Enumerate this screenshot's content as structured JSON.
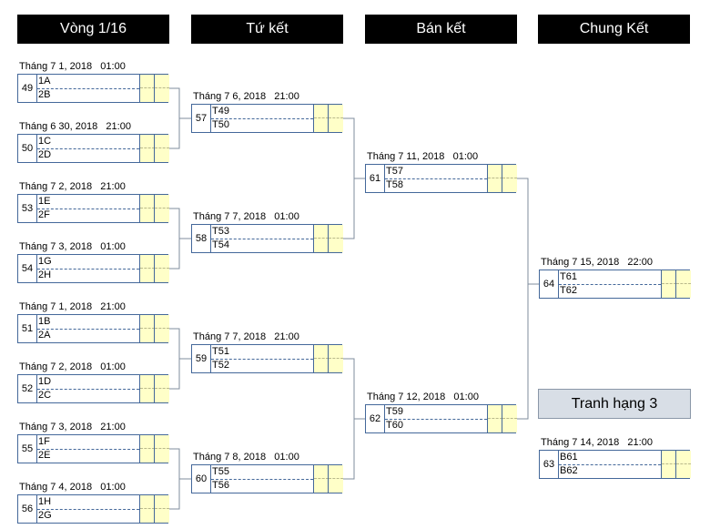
{
  "headers": [
    "Vòng 1/16",
    "Tứ kết",
    "Bán kết",
    "Chung Kết"
  ],
  "third_place_label": "Tranh hạng 3",
  "round16": [
    {
      "date": "Tháng 7 1, 2018   01:00",
      "num": "49",
      "team1": "1A",
      "team2": "2B"
    },
    {
      "date": "Tháng 6 30, 2018   21:00",
      "num": "50",
      "team1": "1C",
      "team2": "2D"
    },
    {
      "date": "Tháng 7 2, 2018   21:00",
      "num": "53",
      "team1": "1E",
      "team2": "2F"
    },
    {
      "date": "Tháng 7 3, 2018   01:00",
      "num": "54",
      "team1": "1G",
      "team2": "2H"
    },
    {
      "date": "Tháng 7 1, 2018   21:00",
      "num": "51",
      "team1": "1B",
      "team2": "2A"
    },
    {
      "date": "Tháng 7 2, 2018   01:00",
      "num": "52",
      "team1": "1D",
      "team2": "2C"
    },
    {
      "date": "Tháng 7 3, 2018   21:00",
      "num": "55",
      "team1": "1F",
      "team2": "2E"
    },
    {
      "date": "Tháng 7 4, 2018   01:00",
      "num": "56",
      "team1": "1H",
      "team2": "2G"
    }
  ],
  "quarterfinals": [
    {
      "date": "Tháng 7 6, 2018   21:00",
      "num": "57",
      "team1": "T49",
      "team2": "T50"
    },
    {
      "date": "Tháng 7 7, 2018   01:00",
      "num": "58",
      "team1": "T53",
      "team2": "T54"
    },
    {
      "date": "Tháng 7 7, 2018   21:00",
      "num": "59",
      "team1": "T51",
      "team2": "T52"
    },
    {
      "date": "Tháng 7 8, 2018   01:00",
      "num": "60",
      "team1": "T55",
      "team2": "T56"
    }
  ],
  "semifinals": [
    {
      "date": "Tháng 7 11, 2018   01:00",
      "num": "61",
      "team1": "T57",
      "team2": "T58"
    },
    {
      "date": "Tháng 7 12, 2018   01:00",
      "num": "62",
      "team1": "T59",
      "team2": "T60"
    }
  ],
  "final": {
    "date": "Tháng 7 15, 2018   22:00",
    "num": "64",
    "team1": "T61",
    "team2": "T62"
  },
  "third_place": {
    "date": "Tháng 7 14, 2018   21:00",
    "num": "63",
    "team1": "B61",
    "team2": "B62"
  }
}
